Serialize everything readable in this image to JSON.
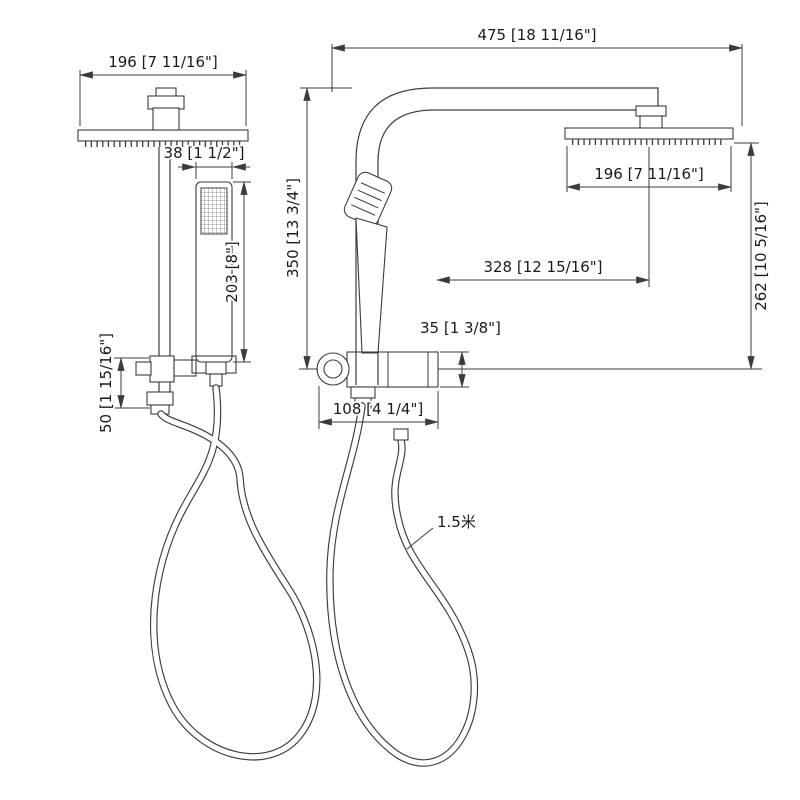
{
  "drawing": {
    "left_view": {
      "head_width": "196 [7 11/16\"]",
      "hand_shower_width": "38 [1 1/2\"]",
      "hand_shower_height": "203 [8\"]",
      "bracket_offset": "50 [1 15/16\"]"
    },
    "right_view": {
      "overall_width": "475 [18 11/16\"]",
      "column_height": "350 [13 3/4\"]",
      "head_width": "196 [7 11/16\"]",
      "head_center_offset": "328 [12 15/16\"]",
      "head_drop": "262 [10 5/16\"]",
      "bracket_tube": "35 [1 3/8\"]",
      "bracket_length": "108 [4 1/4\"]",
      "hose_length": "1.5米"
    },
    "colors": {
      "line": "#3c3c3c",
      "text": "#1a1a1a",
      "background": "#ffffff"
    }
  }
}
